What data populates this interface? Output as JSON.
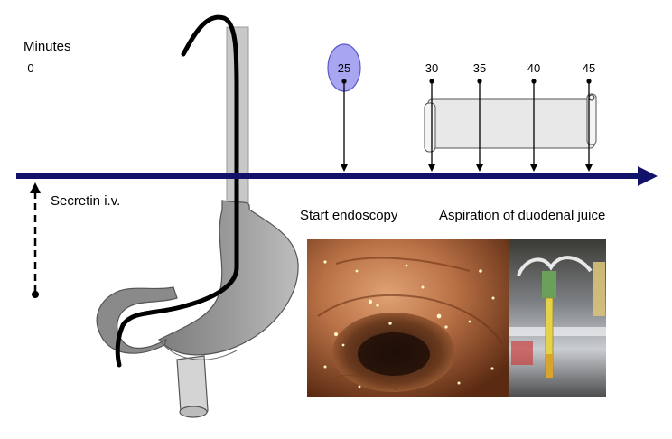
{
  "minutes_label": "Minutes",
  "timeline_ticks": [
    {
      "minute": 0,
      "label": "0"
    },
    {
      "minute": 25,
      "label": "25",
      "highlight": true
    },
    {
      "minute": 30,
      "label": "30"
    },
    {
      "minute": 35,
      "label": "35"
    },
    {
      "minute": 40,
      "label": "40"
    },
    {
      "minute": 45,
      "label": "45"
    }
  ],
  "events": {
    "secretin": "Secretin i.v.",
    "start_endoscopy": "Start endoscopy",
    "aspiration": "Aspiration of duodenal juice"
  },
  "colors": {
    "timeline": "#12126b",
    "highlight_fill": "#a8a6f0",
    "highlight_stroke": "#5a57c8",
    "stomach_fill": "#8c8c8c",
    "scope": "#000000",
    "endoscopy_tissue": "#b06a40",
    "tube_fill": "#e8e8e8"
  },
  "icons": {
    "stomach": "stomach-illustration",
    "endoscope": "endoscope-tube",
    "endoscopy_photo": "duodenum-endoscopy-photo",
    "collection_photo": "juice-collection-tubes-photo"
  }
}
